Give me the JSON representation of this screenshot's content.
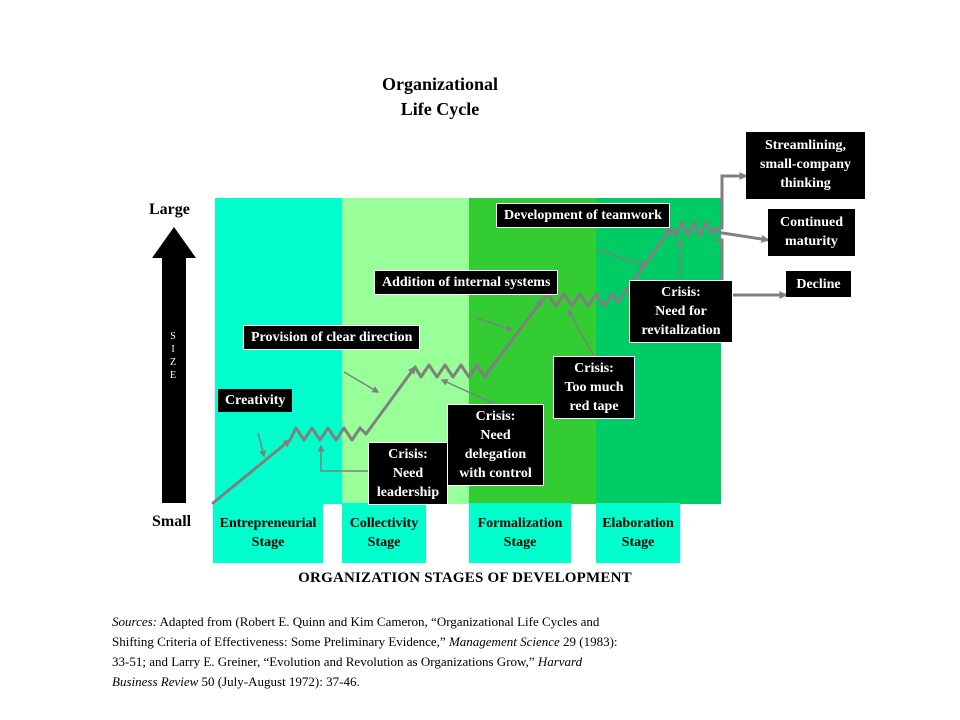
{
  "title": {
    "line1": "Organizational",
    "line2": "Life Cycle"
  },
  "colors": {
    "entrepreneurial": "#00ffcc",
    "collectivity": "#99ff99",
    "formalization": "#33cc33",
    "elaboration": "#00cc66",
    "labels": "#000000",
    "arrows": "#808080"
  },
  "axis": {
    "large": "Large",
    "small": "Small",
    "vertical_letters": [
      "S",
      "I",
      "Z",
      "E"
    ],
    "horizontal_title": "ORGANIZATION STAGES OF DEVELOPMENT"
  },
  "stages": [
    {
      "line1": "Entrepreneurial",
      "line2": "Stage"
    },
    {
      "line1": "Collectivity",
      "line2": "Stage"
    },
    {
      "line1": "Formalization",
      "line2": "Stage"
    },
    {
      "line1": "Elaboration",
      "line2": "Stage"
    }
  ],
  "labels": {
    "creativity": "Creativity",
    "clear_direction": "Provision of clear direction",
    "internal_systems": "Addition of internal systems",
    "teamwork": "Development of teamwork",
    "crisis_leadership": [
      "Crisis:",
      "Need",
      "leadership"
    ],
    "crisis_delegation": [
      "Crisis:",
      "Need",
      "delegation",
      "with control"
    ],
    "crisis_red_tape": [
      "Crisis:",
      "Too much",
      "red tape"
    ],
    "crisis_revitalization": [
      "Crisis:",
      "Need for",
      "revitalization"
    ]
  },
  "outcomes": {
    "streamlining": [
      "Streamlining,",
      "small-company",
      "thinking"
    ],
    "continued_maturity": [
      "Continued",
      "maturity"
    ],
    "decline": "Decline"
  },
  "sources": {
    "label": "Sources:",
    "text1": " Adapted from (Robert E. Quinn and Kim Cameron, “Organizational Life Cycles and Shifting Criteria of Effectiveness:  Some Preliminary Evidence,” ",
    "journal1": "Management Science",
    "text2": " 29 (1983): 33-51; and Larry E. Greiner, “Evolution and Revolution as Organizations Grow,” ",
    "journal2": "Harvard Business Review",
    "text3": " 50 (July-August 1972): 37-46."
  }
}
